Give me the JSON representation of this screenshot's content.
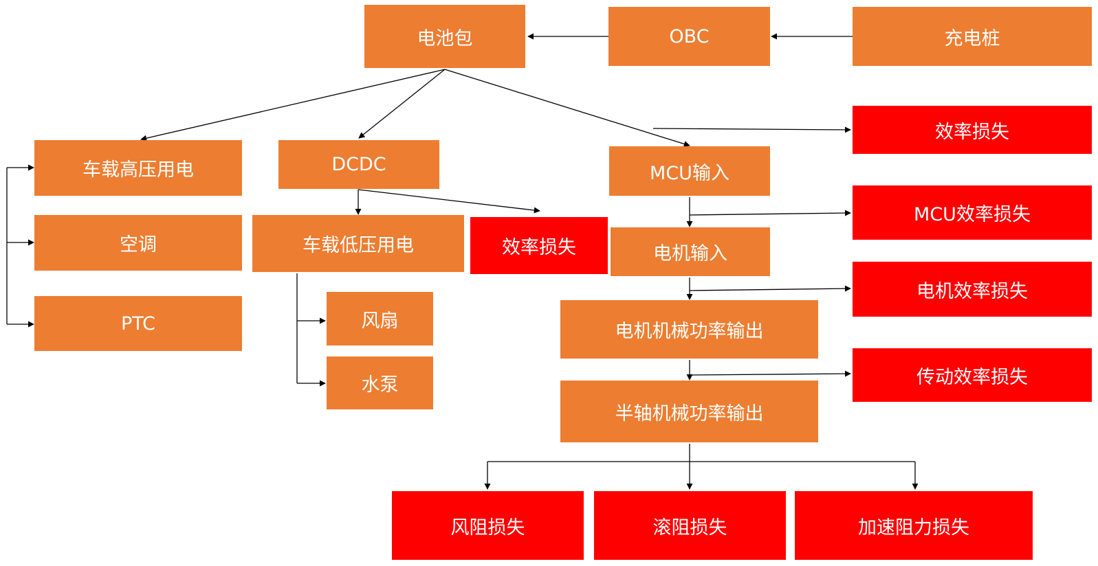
{
  "colors": {
    "process": "#ED7D31",
    "loss": "#FF0000",
    "line": "#000000",
    "text": "#FFFFFF"
  },
  "nodes": {
    "battery": "电池包",
    "obc": "OBC",
    "charger": "充电桩",
    "hv_load": "车载高压用电",
    "dcdc": "DCDC",
    "mcu_input": "MCU输入",
    "loss_top": "效率损失",
    "ac": "空调",
    "lv_load": "车载低压用电",
    "dcdc_loss": "效率损失",
    "motor_input": "电机输入",
    "mcu_loss": "MCU效率损失",
    "ptc": "PTC",
    "motor_loss": "电机效率损失",
    "fan": "风扇",
    "motor_output": "电机机械功率输出",
    "pump": "水泵",
    "trans_loss": "传动效率损失",
    "axle_output": "半轴机械功率输出",
    "aero_loss": "风阻损失",
    "roll_loss": "滚阻损失",
    "accel_loss": "加速阻力损失"
  }
}
